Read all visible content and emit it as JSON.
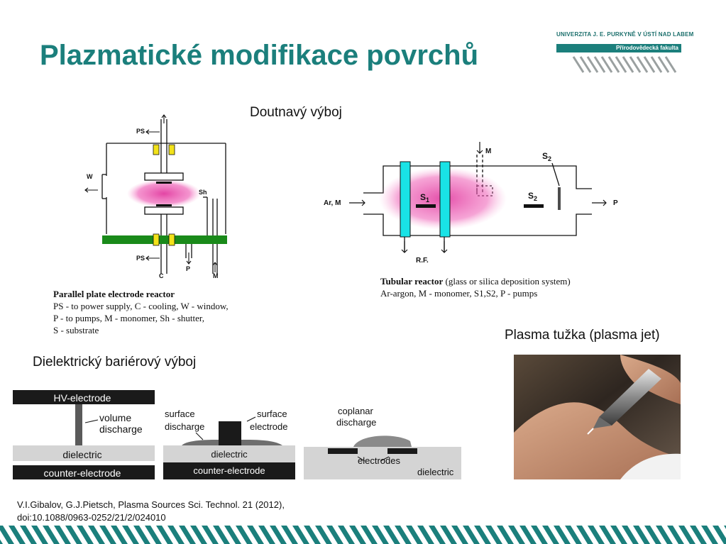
{
  "title": "Plazmatické modifikace povrchů",
  "logo": {
    "university": "UNIVERZITA J. E. PURKYNĚ V ÚSTÍ NAD LABEM",
    "faculty": "Přírodovědecká fakulta",
    "color": "#1b7f7c"
  },
  "glow": {
    "heading": "Doutnavý výboj",
    "parallel": {
      "labels": {
        "ps_top": "PS",
        "w": "W",
        "sh": "Sh",
        "ps_bottom": "PS",
        "c": "C",
        "p": "P",
        "m": "M"
      },
      "caption_title": "Parallel plate electrode reactor",
      "caption_lines": [
        "PS - to power supply, C - cooling, W - window,",
        "P - to pumps, M - monomer, Sh - shutter,",
        "S - substrate"
      ]
    },
    "tubular": {
      "labels": {
        "m": "M",
        "s2_top": "S",
        "s2_top_sub": "2",
        "ar_m": "Ar, M",
        "s1": "S",
        "s1_sub": "1",
        "s2": "S",
        "s2_sub": "2",
        "p": "P",
        "rf": "R.F."
      },
      "caption_title": "Tubular reactor",
      "caption_title_rest": " (glass or silica deposition system)",
      "caption_line2": "Ar-argon, M - monomer, S1,S2, P - pumps"
    }
  },
  "jet": {
    "heading": "Plasma tužka (plasma jet)"
  },
  "dbd": {
    "heading": "Dielektrický bariérový výboj",
    "panel1": {
      "hv": "HV-electrode",
      "volume": "volume",
      "discharge": "discharge",
      "dielectric": "dielectric",
      "counter": "counter-electrode"
    },
    "panel2": {
      "surface1": "surface",
      "discharge": "discharge",
      "surface2": "surface",
      "electrode": "electrode",
      "dielectric": "dielectric",
      "counter": "counter-electrode"
    },
    "panel3": {
      "coplanar": "coplanar",
      "discharge": "discharge",
      "electrodes": "electrodes",
      "dielectric": "dielectric"
    }
  },
  "citation": {
    "line1": "V.I.Gibalov, G.J.Pietsch, Plasma Sources Sci. Technol. 21 (2012),",
    "line2": "doi:10.1088/0963-0252/21/2/024010"
  },
  "colors": {
    "teal": "#1b7f7c",
    "plasma": "#e0309a",
    "green_plate": "#1a8a1a",
    "yellow": "#f2e21a",
    "cyan": "#19e3e6"
  }
}
